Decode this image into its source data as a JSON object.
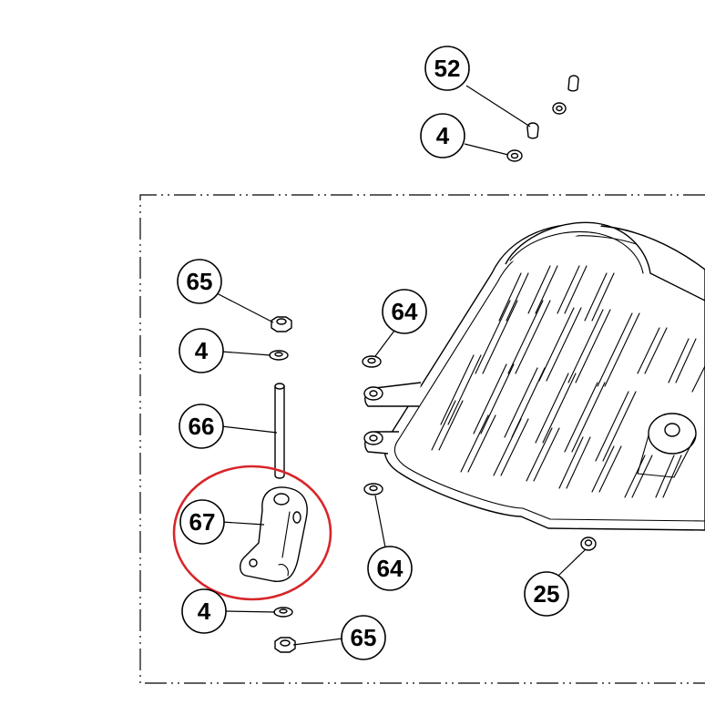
{
  "callouts": {
    "c52": "52",
    "c4_top": "4",
    "c65_top": "65",
    "c4_mid": "4",
    "c66": "66",
    "c67": "67",
    "c4_bottom": "4",
    "c65_bottom": "65",
    "c64_top": "64",
    "c64_bottom": "64",
    "c25": "25"
  },
  "colors": {
    "highlight": "#d7262b",
    "line": "#000000",
    "background": "#ffffff"
  },
  "highlighted_part": "67"
}
